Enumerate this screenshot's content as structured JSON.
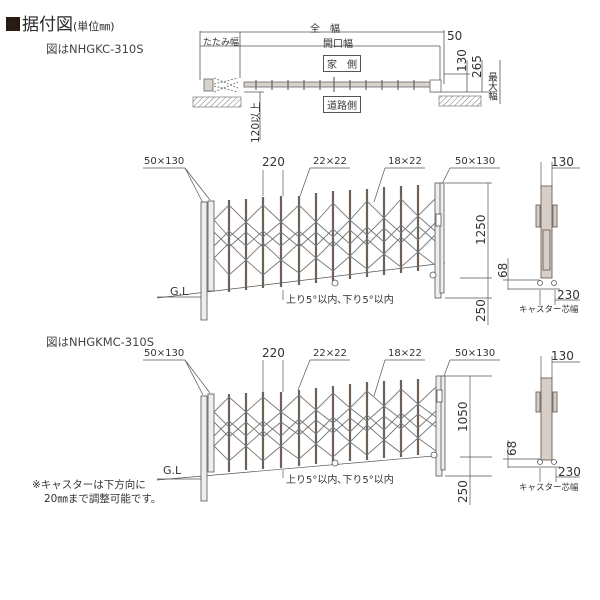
{
  "title": {
    "main": "据付図",
    "unit": "(単位㎜)"
  },
  "plan_view": {
    "model_caption": "図はNHGKC-310S",
    "labels": {
      "overall_width": "全　幅",
      "folded_width": "たたみ幅",
      "opening_width": "開口幅",
      "house_side": "家　側",
      "road_side": "道路側",
      "max_width": "最大幅",
      "clearance": "120以上"
    },
    "dims": {
      "top_offset": "50",
      "depth_130": "130",
      "depth_265": "265"
    }
  },
  "elevation_1": {
    "model_caption": "",
    "callouts": {
      "left_post": "50×130",
      "pitch": "220",
      "vertical_bar": "22×22",
      "lattice": "18×22",
      "right_post": "50×130"
    },
    "ground_label": "G.L",
    "slope_note": "上り5°以内､下り5°以内",
    "height": "1250",
    "embed_depth": "250",
    "side_view": {
      "width": "130",
      "caster_height": "68",
      "caster_width": "230",
      "caster_label": "キャスター芯幅"
    }
  },
  "elevation_2": {
    "model_caption": "図はNHGKMC-310S",
    "callouts": {
      "left_post": "50×130",
      "pitch": "220",
      "vertical_bar": "22×22",
      "lattice": "18×22",
      "right_post": "50×130"
    },
    "ground_label": "G.L",
    "slope_note": "上り5°以内､下り5°以内",
    "height": "1050",
    "embed_depth": "250",
    "side_view": {
      "width": "130",
      "caster_height": "68",
      "caster_width": "230",
      "caster_label": "キャスター芯幅"
    }
  },
  "footnote": {
    "line1": "※キャスターは下方向に",
    "line2": "20㎜まで調整可能です。"
  },
  "colors": {
    "line": "#555555",
    "bar": "#6e6258",
    "hatch": "#888888",
    "title_square": "#2a1a14"
  }
}
